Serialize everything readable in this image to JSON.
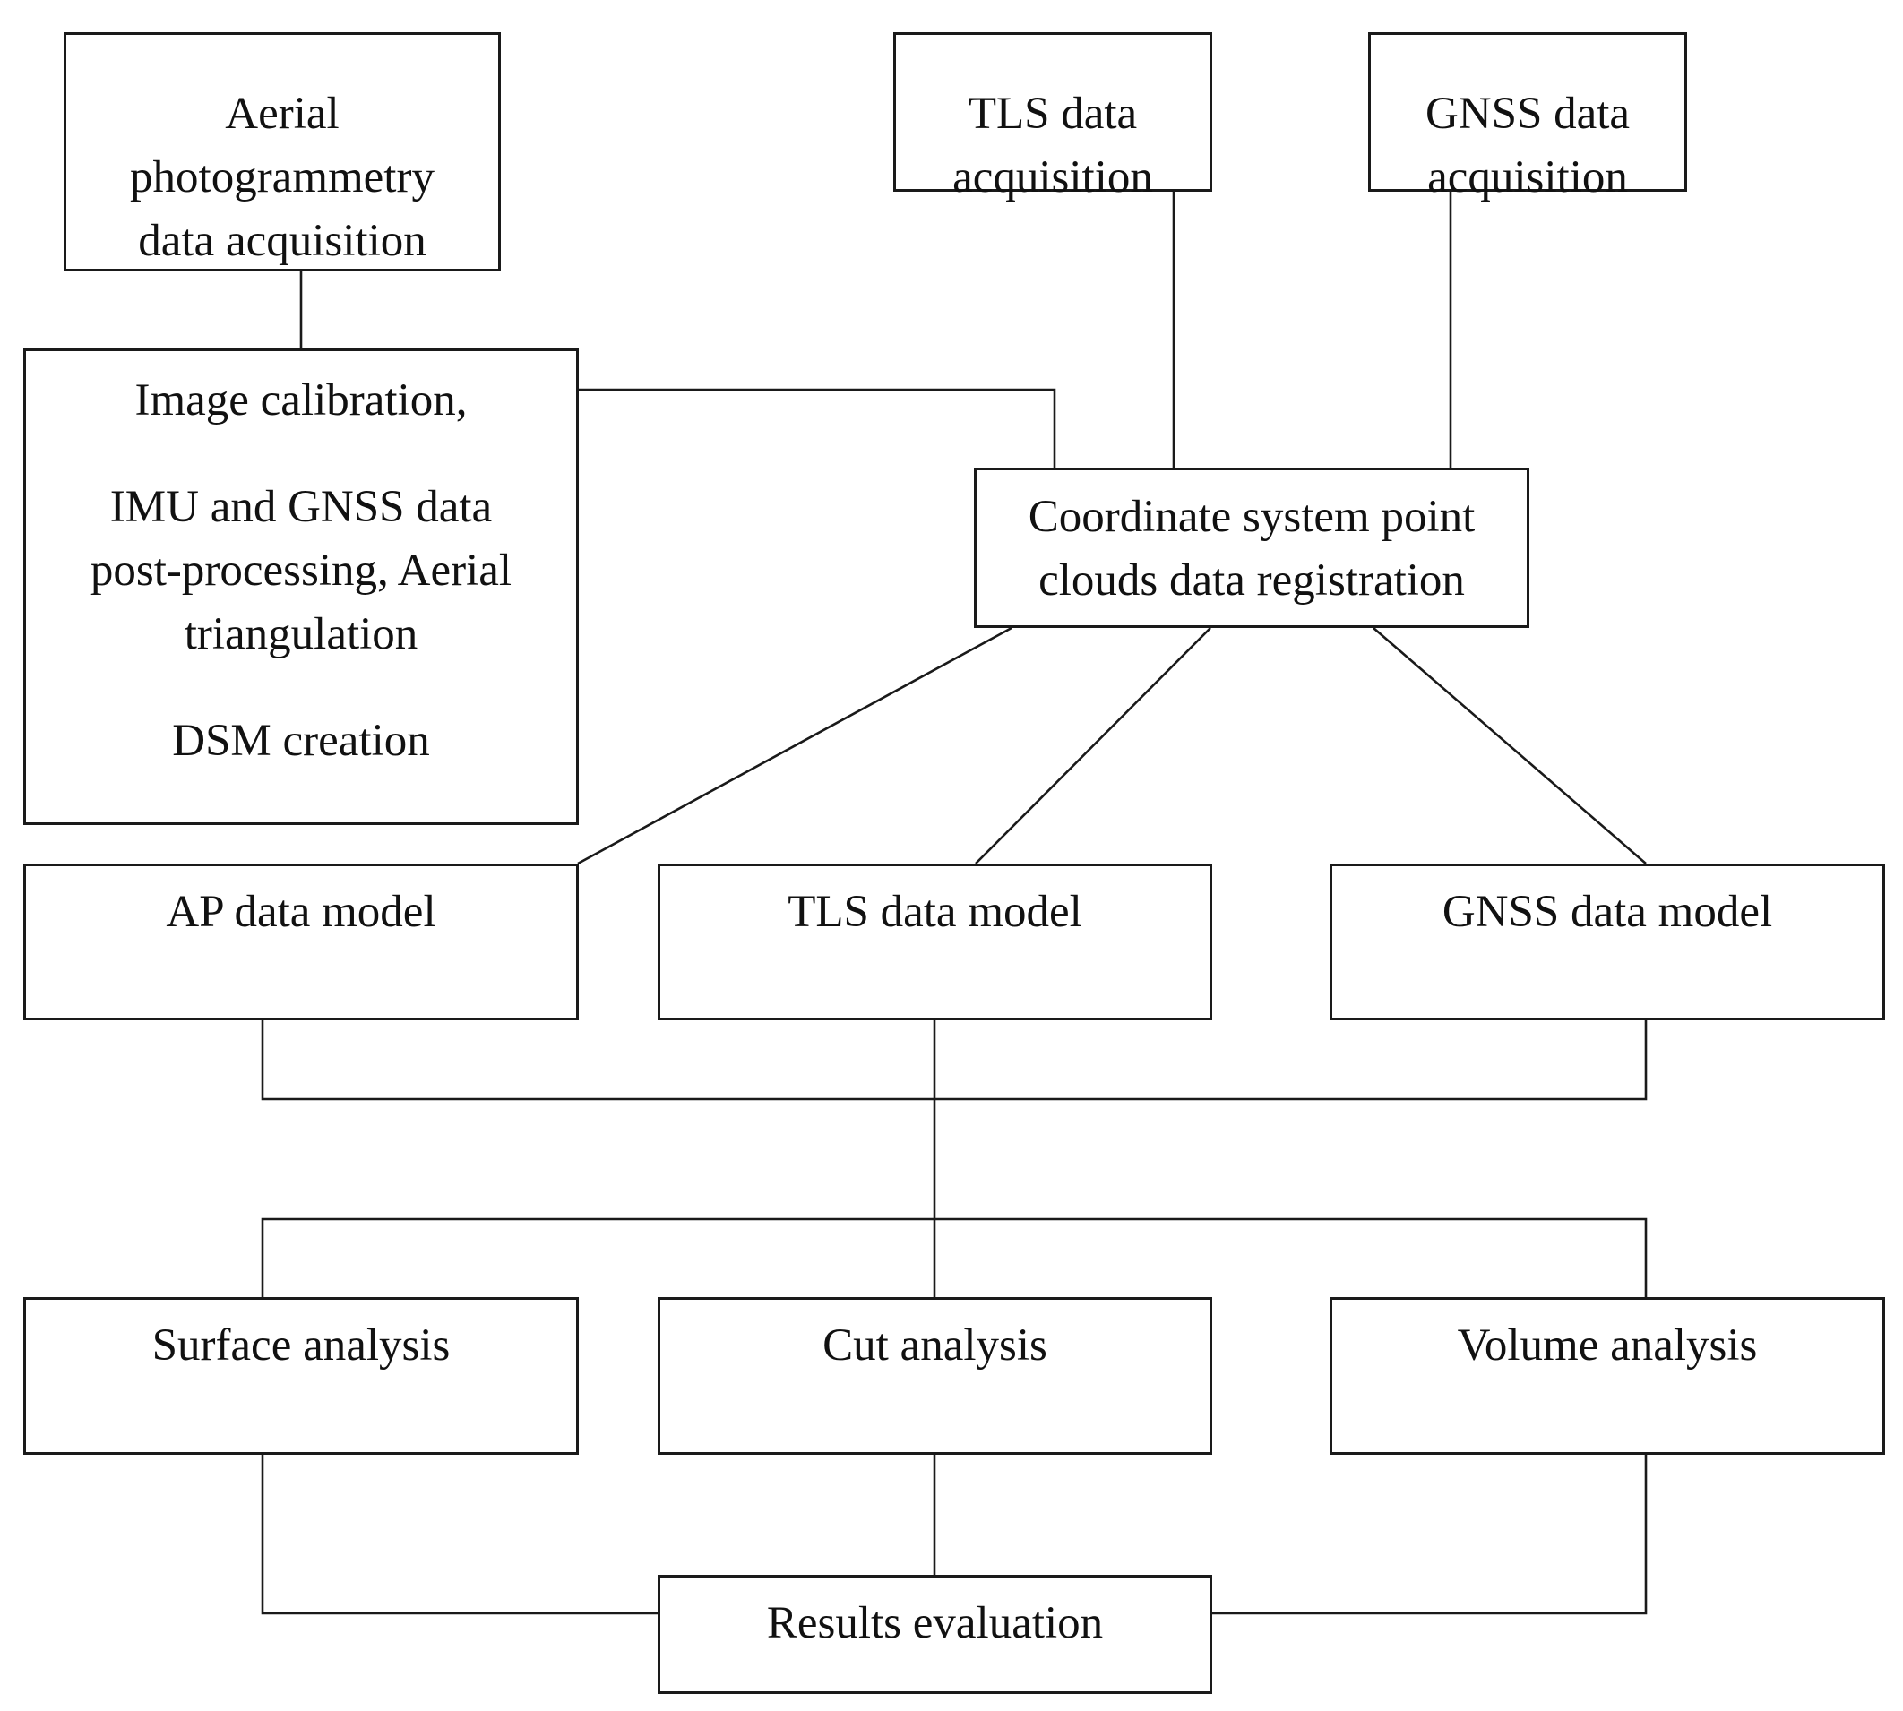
{
  "diagram": {
    "nodes": {
      "aerial_acquisition": {
        "lines": [
          "Aerial",
          "photogrammetry",
          "data acquisition"
        ]
      },
      "tls_acquisition": {
        "lines": [
          "TLS data",
          "acquisition"
        ]
      },
      "gnss_acquisition": {
        "lines": [
          "GNSS data",
          "acquisition"
        ]
      },
      "aerial_processing": {
        "line1": "Image calibration,",
        "line2": "IMU and GNSS data",
        "line3": "post-processing, Aerial",
        "line4": "triangulation",
        "line5": "DSM creation"
      },
      "registration": {
        "lines": [
          "Coordinate system point",
          "clouds data registration"
        ]
      },
      "ap_model": {
        "label": "AP data model"
      },
      "tls_model": {
        "label": "TLS data model"
      },
      "gnss_model": {
        "label": "GNSS data model"
      },
      "surface_analysis": {
        "label": "Surface analysis"
      },
      "cut_analysis": {
        "label": "Cut analysis"
      },
      "volume_analysis": {
        "label": "Volume analysis"
      },
      "results": {
        "label": "Results evaluation"
      }
    },
    "colors": {
      "stroke": "#1a1a1a",
      "text": "#111111",
      "background": "#ffffff"
    }
  }
}
